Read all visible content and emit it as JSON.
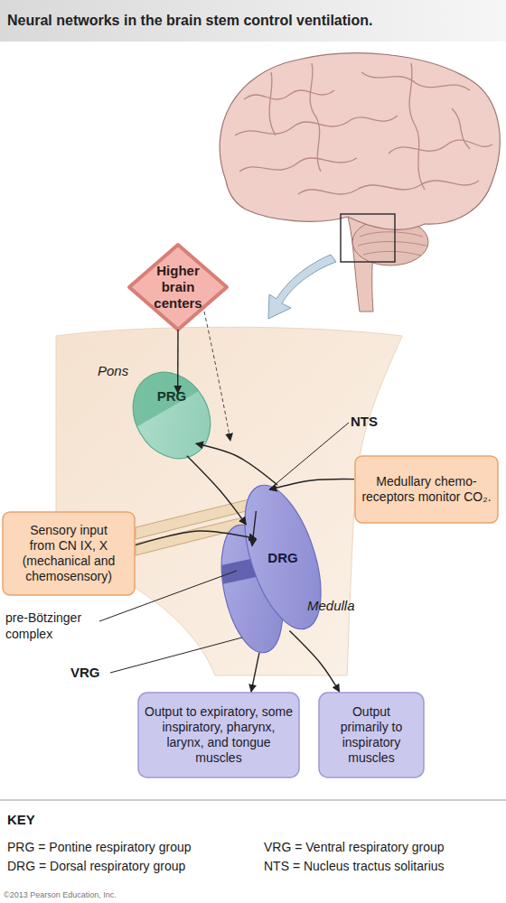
{
  "diagram": {
    "title": "Neural networks in the brain stem control ventilation.",
    "nodes": [
      {
        "text": [
          "Higher brain centers"
        ]
      },
      {
        "text": [
          "PRG"
        ]
      },
      {
        "text": [
          "Medullary chemo- receptors monitor CO₂."
        ]
      },
      {
        "text": [
          "Sensory input from CN IX, X (mechanical and chemosensory)"
        ]
      },
      {
        "text": [
          "DRG"
        ]
      },
      {
        "text": [
          "VRG"
        ]
      },
      {
        "text": [
          "Output to expiratory, some inspiratory, pharynx, larynx, and tongue muscles"
        ]
      },
      {
        "text": [
          "Output primarily to inspiratory muscles"
        ]
      }
    ],
    "edges": [
      {
        "from": 0,
        "to": 1,
        "arrow": "to"
      },
      {
        "from": 2,
        "to": 4,
        "arrow": "to"
      },
      {
        "from": 3,
        "to": 4,
        "arrow": "to"
      },
      {
        "from": 4,
        "to": 1,
        "arrow": "to"
      },
      {
        "from": 1,
        "to": 5,
        "arrow": "to"
      },
      {
        "from": 4,
        "to": 5,
        "arrow": "to"
      },
      {
        "from": 5,
        "to": 6,
        "arrow": "to"
      },
      {
        "from": 4,
        "to": 7,
        "arrow": "to"
      }
    ],
    "labels": [
      "Pons",
      "NTS",
      "Medulla",
      "pre-Bötzinger complex",
      "KEY",
      "PRG = Pontine respiratory group",
      "VRG = Ventral respiratory group",
      "DRG = Dorsal respiratory group",
      "NTS = Nucleus tractus solitarius",
      "©2013 Pearson Education, Inc."
    ]
  }
}
